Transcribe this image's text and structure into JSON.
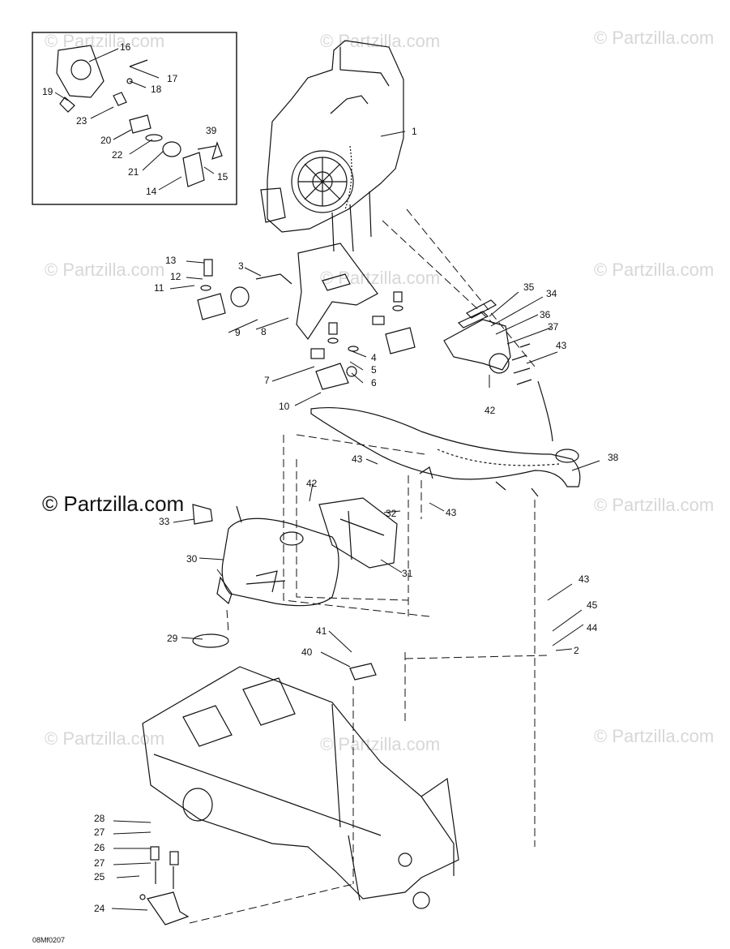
{
  "watermarks": [
    {
      "text": "© Partzilla.com"
    },
    {
      "text": "© Partzilla.com"
    },
    {
      "text": "© Partzilla.com"
    },
    {
      "text": "© Partzilla.com"
    },
    {
      "text": "© Partzilla.com"
    },
    {
      "text": "© Partzilla.com"
    },
    {
      "text": "© Partzilla.com"
    },
    {
      "text": "© Partzilla.com"
    },
    {
      "text": "© Partzilla.com"
    },
    {
      "text": "© Partzilla.com"
    }
  ],
  "brand_watermark": "© Partzilla.com",
  "drawing_code": "08Mf0207",
  "callouts": [
    "1",
    "2",
    "3",
    "4",
    "5",
    "6",
    "7",
    "8",
    "9",
    "10",
    "11",
    "12",
    "13",
    "14",
    "15",
    "16",
    "17",
    "18",
    "19",
    "20",
    "21",
    "22",
    "23",
    "24",
    "25",
    "26",
    "27",
    "27",
    "28",
    "29",
    "30",
    "31",
    "32",
    "33",
    "34",
    "35",
    "36",
    "37",
    "38",
    "39",
    "40",
    "41",
    "42",
    "42",
    "43",
    "43",
    "43",
    "43",
    "44",
    "45"
  ]
}
